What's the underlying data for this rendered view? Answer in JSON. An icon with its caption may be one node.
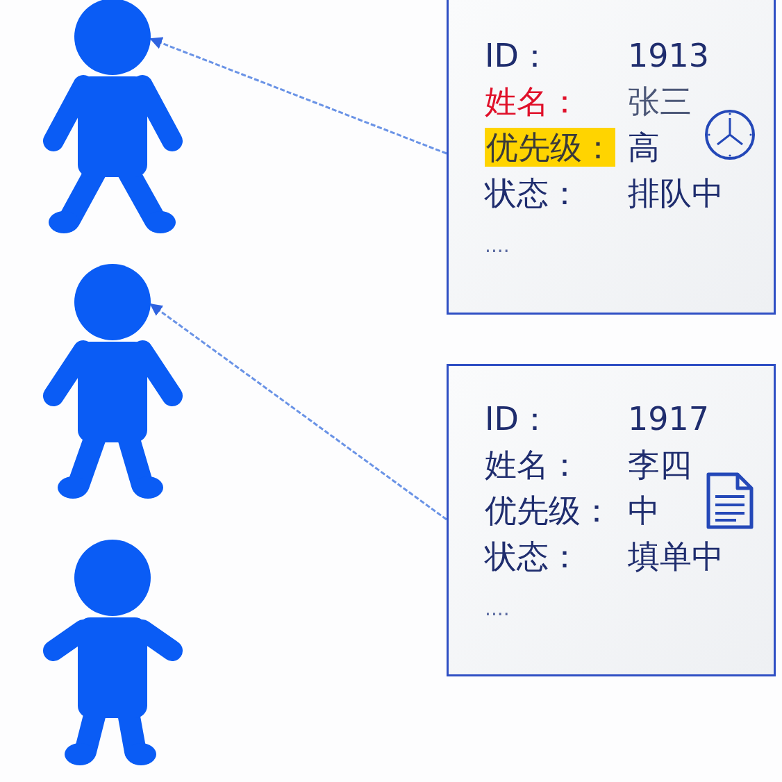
{
  "diagram": {
    "nodes": [
      {
        "text": [],
        "shape": "person"
      },
      {
        "text": [],
        "shape": "person"
      },
      {
        "text": [],
        "shape": "person"
      },
      {
        "text": [
          "ID：",
          "1913",
          "姓名：",
          "张三",
          "优先级：",
          "高",
          "状态：",
          "排队中",
          "...."
        ]
      },
      {
        "text": [
          "ID：",
          "1917",
          "姓名：",
          "李四",
          "优先级：",
          "中",
          "状态：",
          "填单中",
          "...."
        ]
      }
    ],
    "edges": [
      {
        "from": 3,
        "to": 0,
        "arrow": "to",
        "style": "dashed"
      },
      {
        "from": 4,
        "to": 1,
        "arrow": "to",
        "style": "dashed"
      }
    ]
  }
}
